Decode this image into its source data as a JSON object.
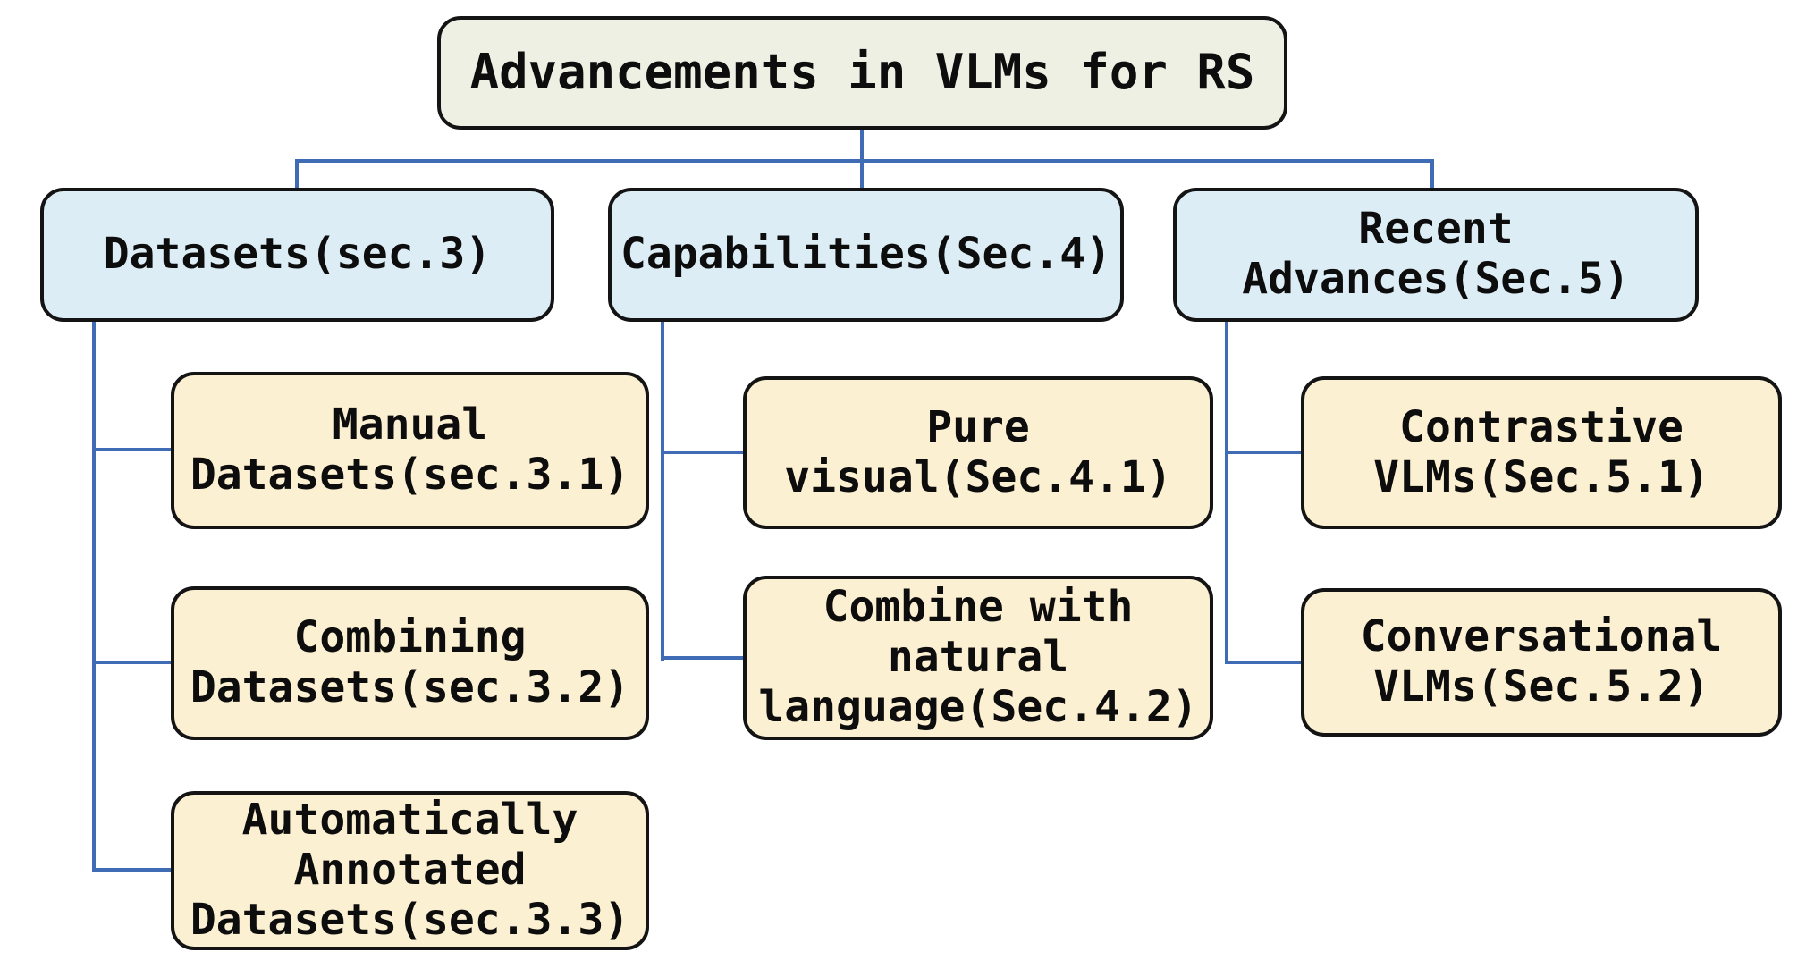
{
  "diagram": {
    "title_node": {
      "label": "Advancements in VLMs for RS"
    },
    "branches": [
      {
        "label": "Datasets(sec.3)",
        "children": [
          {
            "label": "Manual\nDatasets(sec.3.1)"
          },
          {
            "label": "Combining\nDatasets(sec.3.2)"
          },
          {
            "label": "Automatically\nAnnotated\nDatasets(sec.3.3)"
          }
        ]
      },
      {
        "label": "Capabilities(Sec.4)",
        "children": [
          {
            "label": "Pure\nvisual(Sec.4.1)"
          },
          {
            "label": "Combine with\nnatural\nlanguage(Sec.4.2)"
          }
        ]
      },
      {
        "label": "Recent\nAdvances(Sec.5)",
        "children": [
          {
            "label": "Contrastive\nVLMs(Sec.5.1)"
          },
          {
            "label": "Conversational\nVLMs(Sec.5.2)"
          }
        ]
      }
    ],
    "colors": {
      "root_fill": "#eef0e4",
      "branch_fill": "#dcedf5",
      "leaf_fill": "#fcf0d2",
      "line": "#3f6cb5",
      "border": "#141414"
    }
  }
}
